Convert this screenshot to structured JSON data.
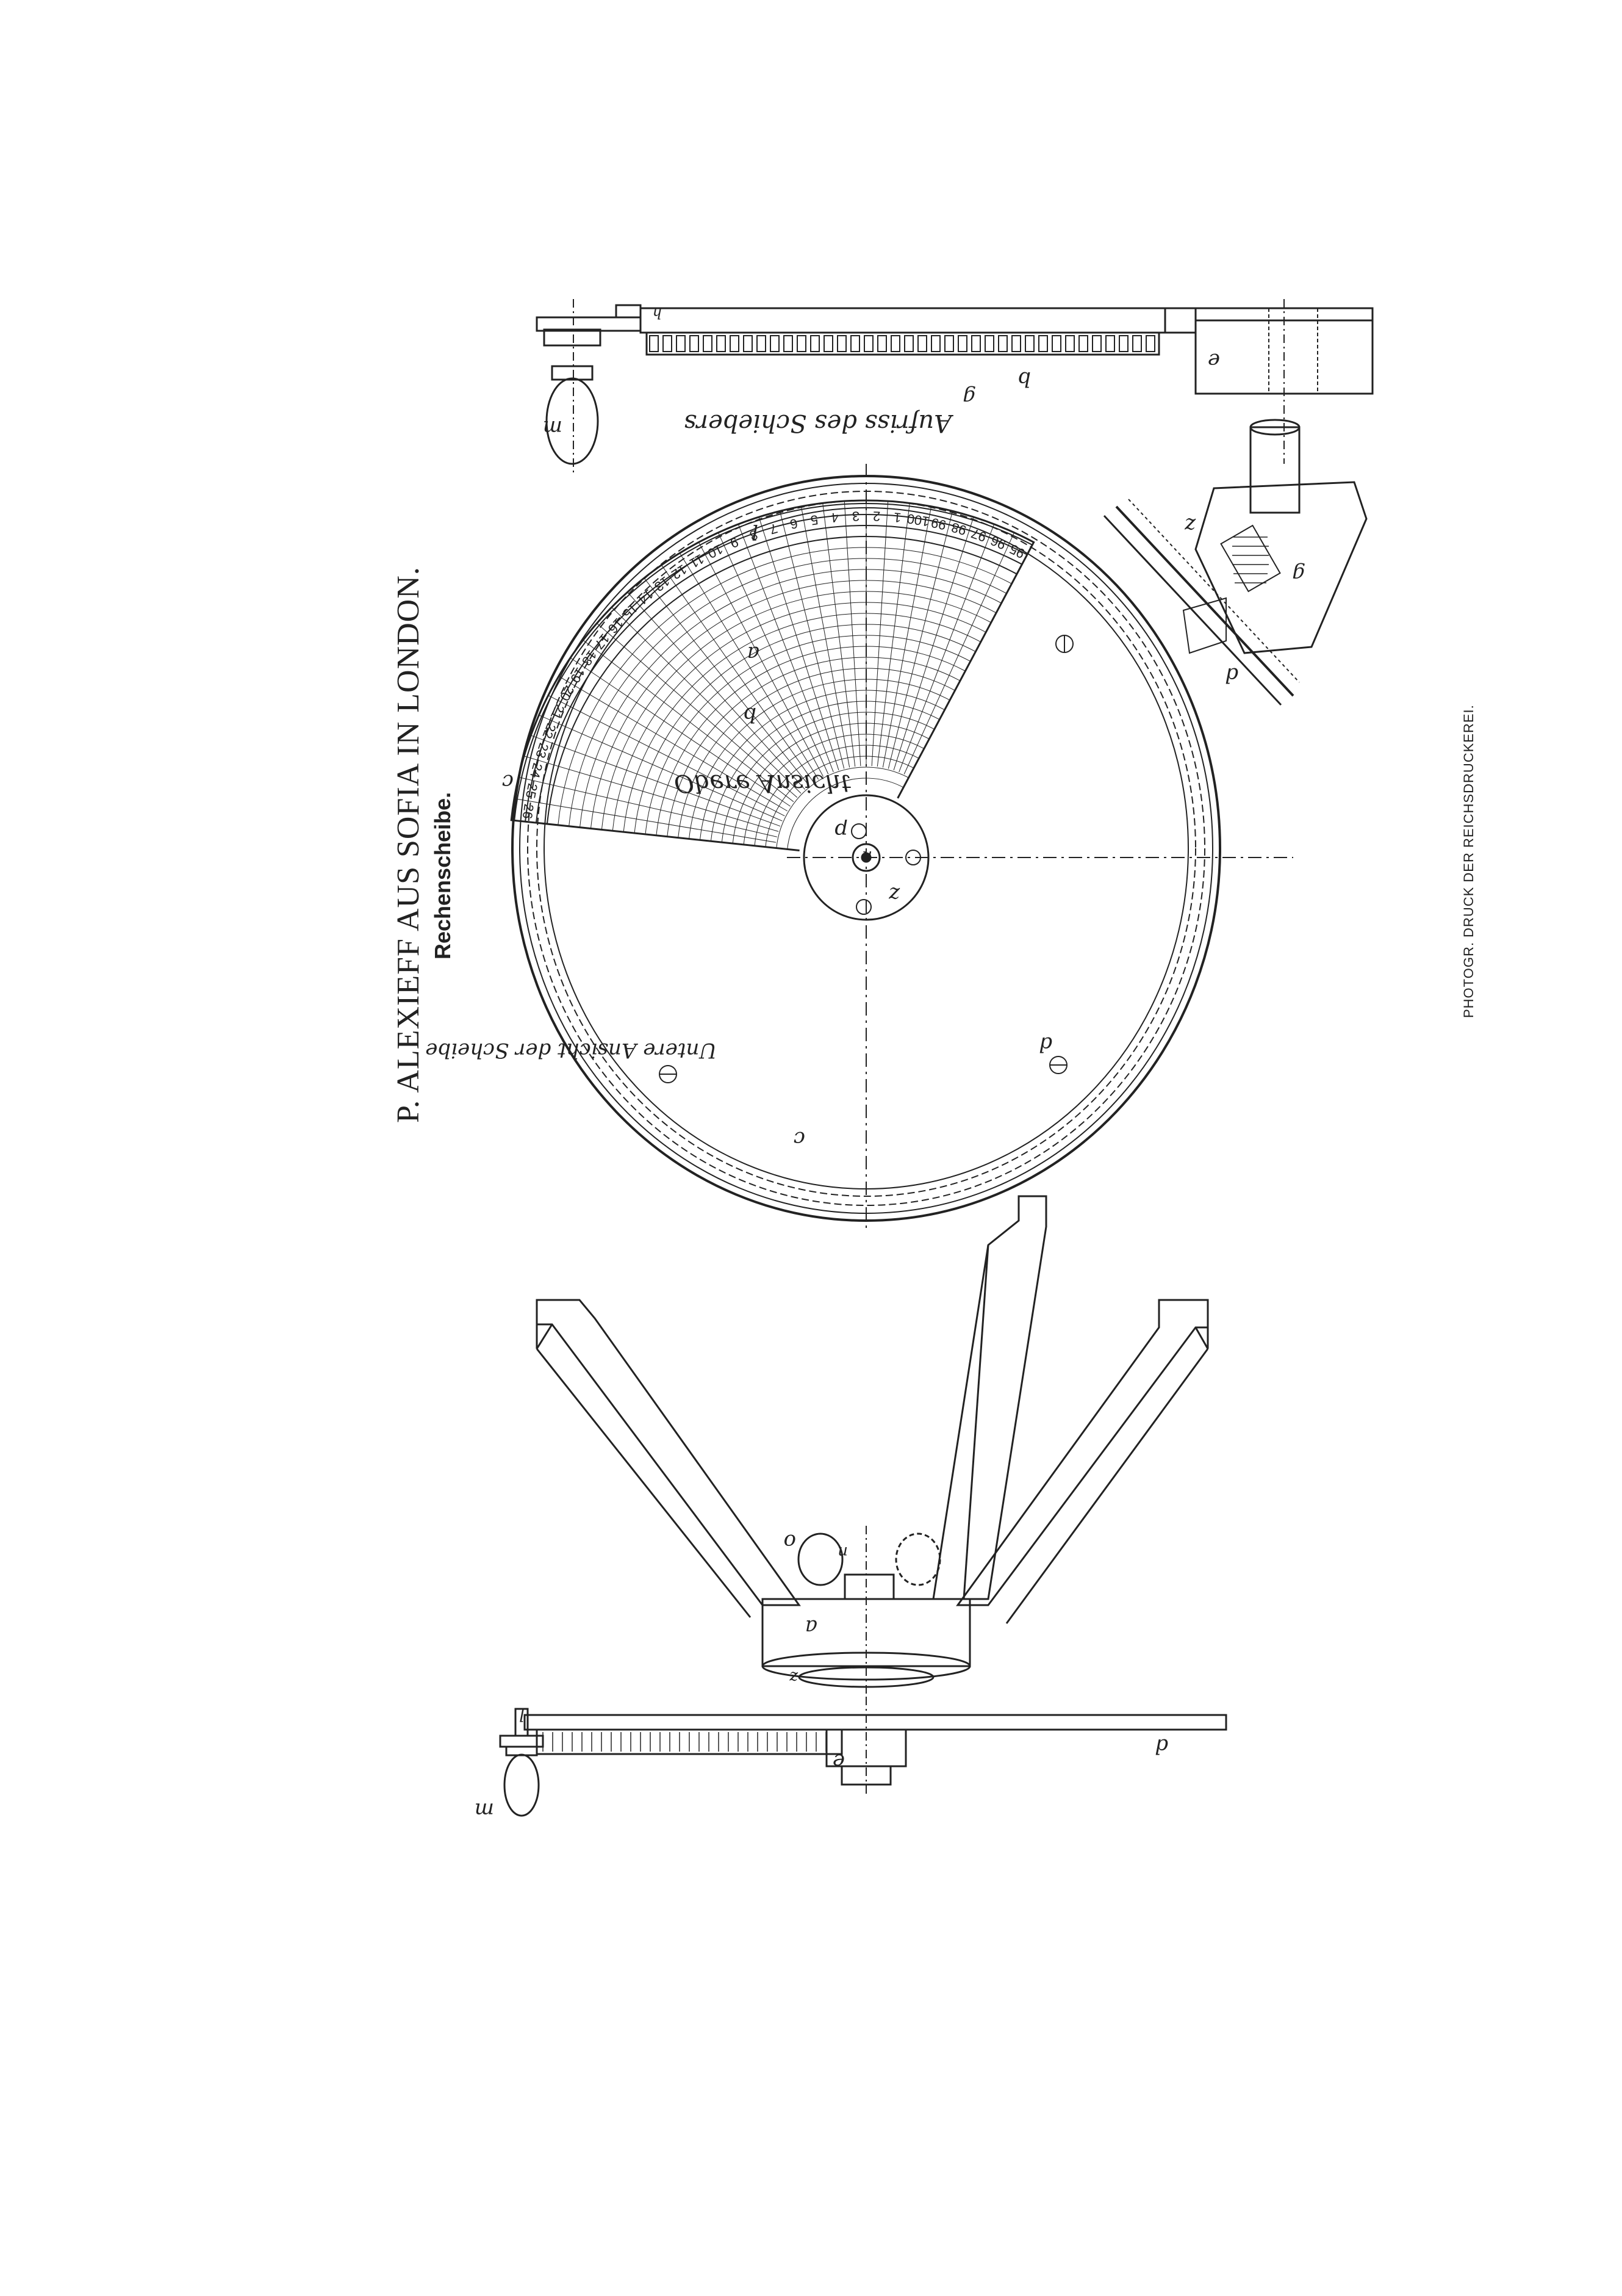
{
  "title": {
    "main": "P. ALEXIEFF AUS SOFIA IN LONDON.",
    "subtitle": "Rechenscheibe."
  },
  "printer_credit": "PHOTOGR. DRUCK DER REICHSDRUCKEREI.",
  "views": {
    "top_view_label": "Obere Ansicht",
    "bottom_view_label": "Untere Ansicht der Scheibe",
    "slider_view_label": "Aufriss des Schiebers"
  },
  "scale_numbers": {
    "upper_row": [
      "95",
      "96",
      "97",
      "98",
      "99",
      "100",
      "1",
      "2",
      "3",
      "4",
      "5",
      "6",
      "7",
      "8",
      "9",
      "10",
      "11",
      "12",
      "13",
      "14",
      "15",
      "16",
      "17",
      "18",
      "19",
      "20",
      "21",
      "22",
      "23",
      "24",
      "25",
      "26"
    ]
  },
  "part_letters": {
    "a": "a",
    "b": "b",
    "c": "c",
    "d": "d",
    "e": "e",
    "g": "g",
    "h": "h",
    "l": "l",
    "m": "m",
    "n": "n",
    "o": "o",
    "p": "p",
    "z": "z"
  },
  "colors": {
    "ink": "#222222",
    "paper": "#ffffff"
  }
}
